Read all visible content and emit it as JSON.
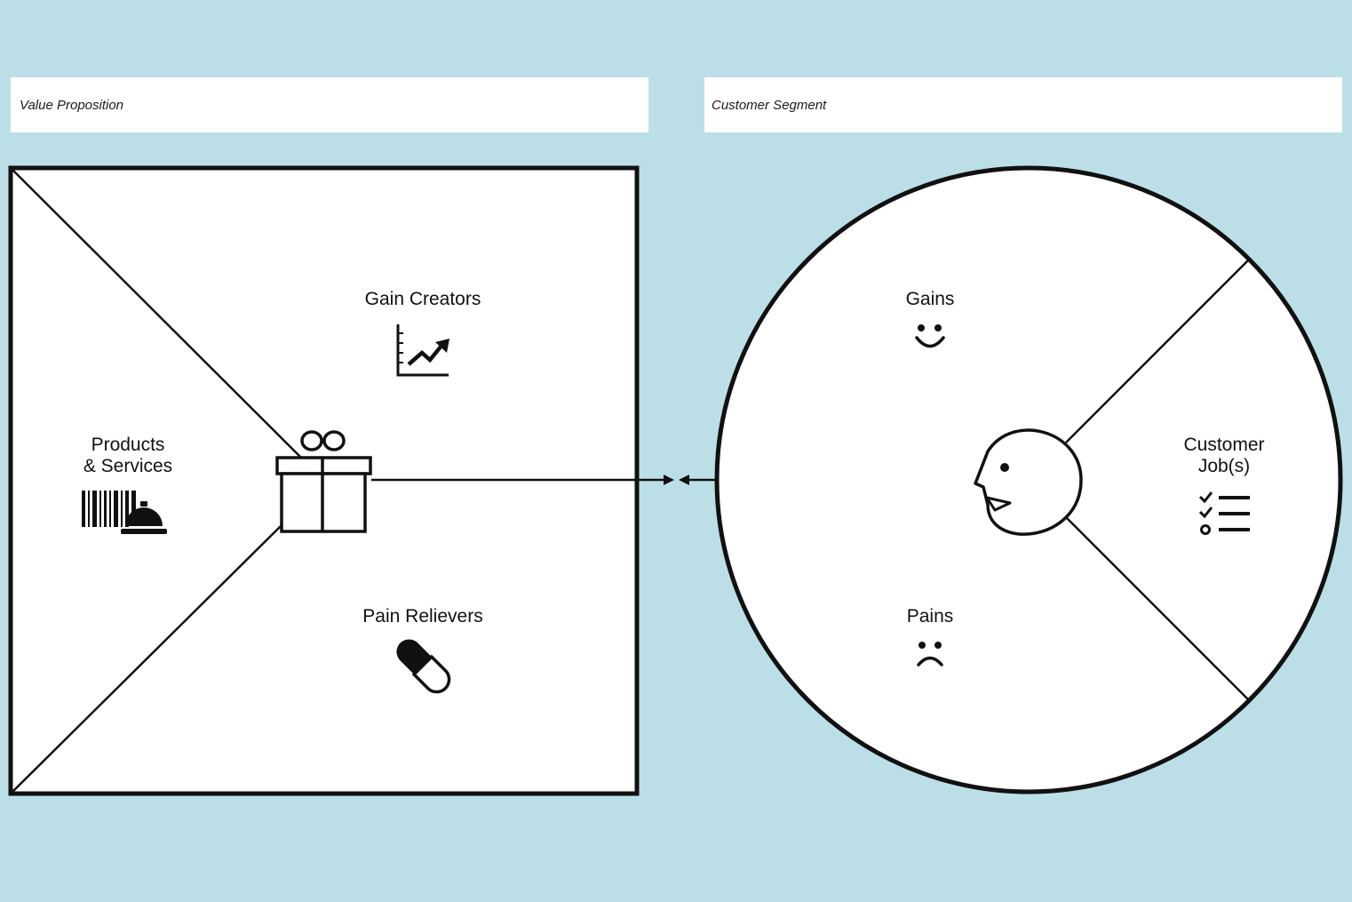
{
  "value_proposition": {
    "title": "Value Proposition",
    "sections": {
      "gain_creators": "Gain Creators",
      "products_line1": "Products",
      "products_line2": "& Services",
      "pain_relievers": "Pain Relievers"
    }
  },
  "customer_segment": {
    "title": "Customer Segment",
    "sections": {
      "gains": "Gains",
      "jobs_line1": "Customer",
      "jobs_line2": "Job(s)",
      "pains": "Pains"
    }
  },
  "colors": {
    "background": "#bcdfe7",
    "canvas": "#ffffff",
    "stroke": "#111111"
  },
  "icons": [
    "chart-up-icon",
    "barcode-icon",
    "service-bell-icon",
    "gift-icon",
    "pill-icon",
    "smile-icon",
    "frown-icon",
    "checklist-icon",
    "customer-face-icon"
  ]
}
